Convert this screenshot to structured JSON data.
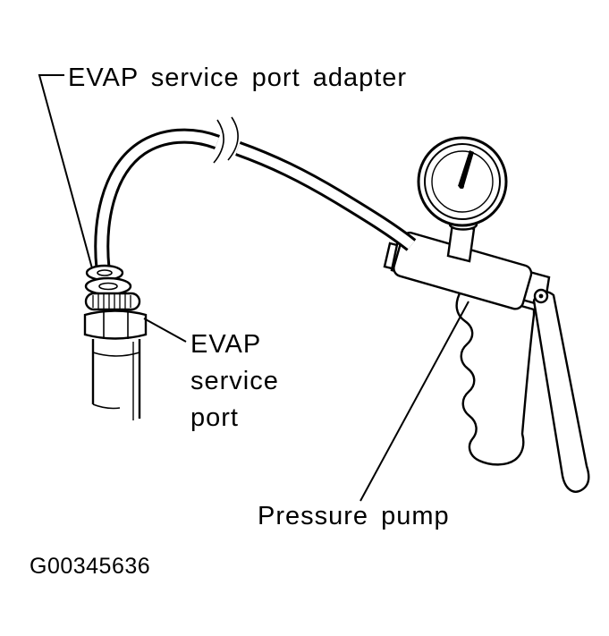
{
  "figure": {
    "code": "G00345636"
  },
  "labels": {
    "adapter": "EVAP service port adapter",
    "service_port": {
      "line1": "EVAP",
      "line2": "service",
      "line3": "port"
    },
    "pressure_pump": "Pressure pump"
  },
  "colors": {
    "line": "#000000",
    "background": "#ffffff"
  }
}
